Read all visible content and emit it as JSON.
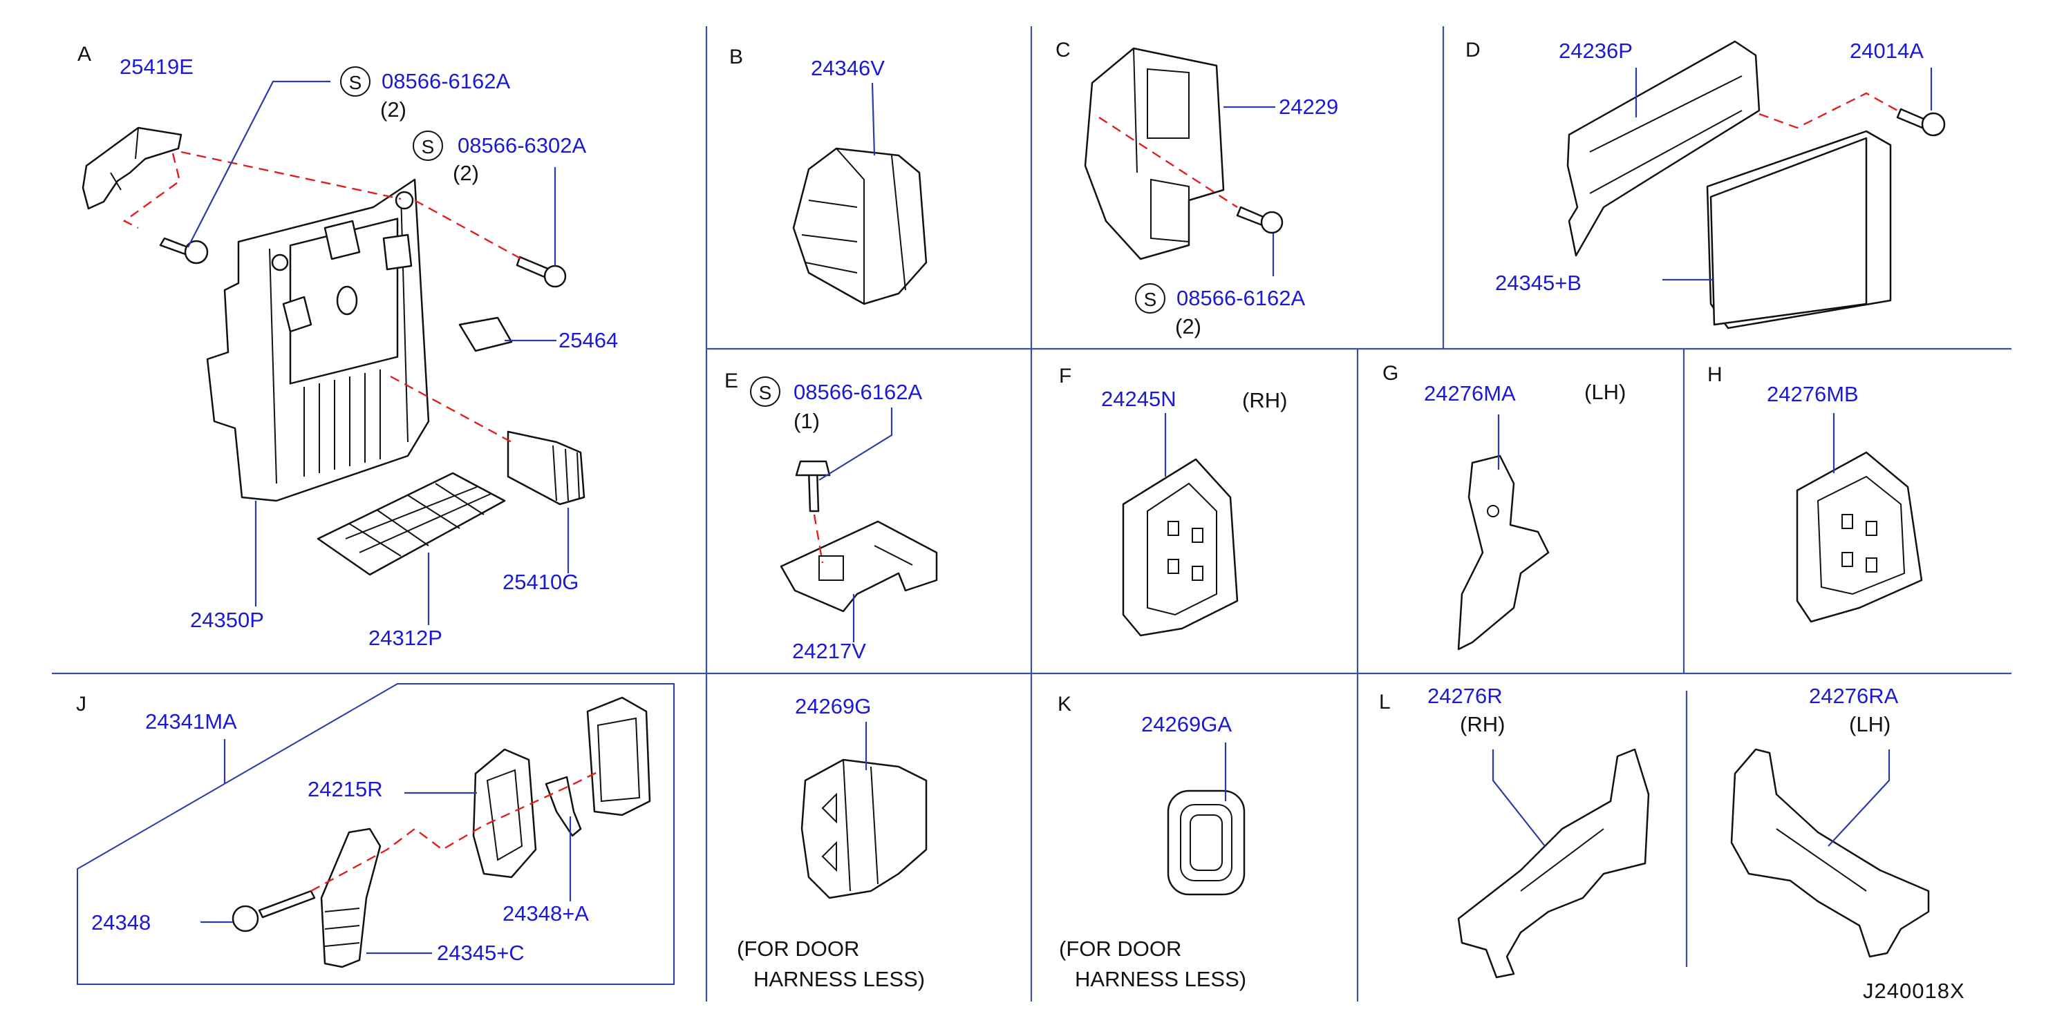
{
  "sections": {
    "A": "A",
    "B": "B",
    "C": "C",
    "D": "D",
    "E": "E",
    "F": "F",
    "G": "G",
    "H": "H",
    "J": "J",
    "K": "K",
    "L": "L"
  },
  "screw_symbol": "S",
  "parts": {
    "p25419E": "25419E",
    "p08566_6162A_a": "08566-6162A",
    "qty_a1": "(2)",
    "p08566_6302A": "08566-6302A",
    "qty_a2": "(2)",
    "p25464": "25464",
    "p25410G": "25410G",
    "p24350P": "24350P",
    "p24312P": "24312P",
    "p24346V": "24346V",
    "p24229": "24229",
    "p08566_6162A_c": "08566-6162A",
    "qty_c": "(2)",
    "p24236P": "24236P",
    "p24014A": "24014A",
    "p24345B": "24345+B",
    "p08566_6162A_e": "08566-6162A",
    "qty_e": "(1)",
    "p24217V": "24217V",
    "p24245N": "24245N",
    "side_f": "(RH)",
    "p24276MA": "24276MA",
    "side_g": "(LH)",
    "p24276MB": "24276MB",
    "p24341MA": "24341MA",
    "p24215R": "24215R",
    "p24348A": "24348+A",
    "p24348": "24348",
    "p24345C": "24345+C",
    "p24269G": "24269G",
    "note_1a": "(FOR  DOOR",
    "note_1b": "HARNESS  LESS)",
    "p24269GA": "24269GA",
    "note_2a": "(FOR  DOOR",
    "note_2b": "HARNESS  LESS)",
    "p24276R": "24276R",
    "side_l1": "(RH)",
    "p24276RA": "24276RA",
    "side_l2": "(LH)"
  },
  "diagram_id": "J240018X",
  "colors": {
    "part_number": "#1a1ad6",
    "leader": "#2a3aa8",
    "dashed_path": "#e02020",
    "divider": "#3a4ea0"
  }
}
